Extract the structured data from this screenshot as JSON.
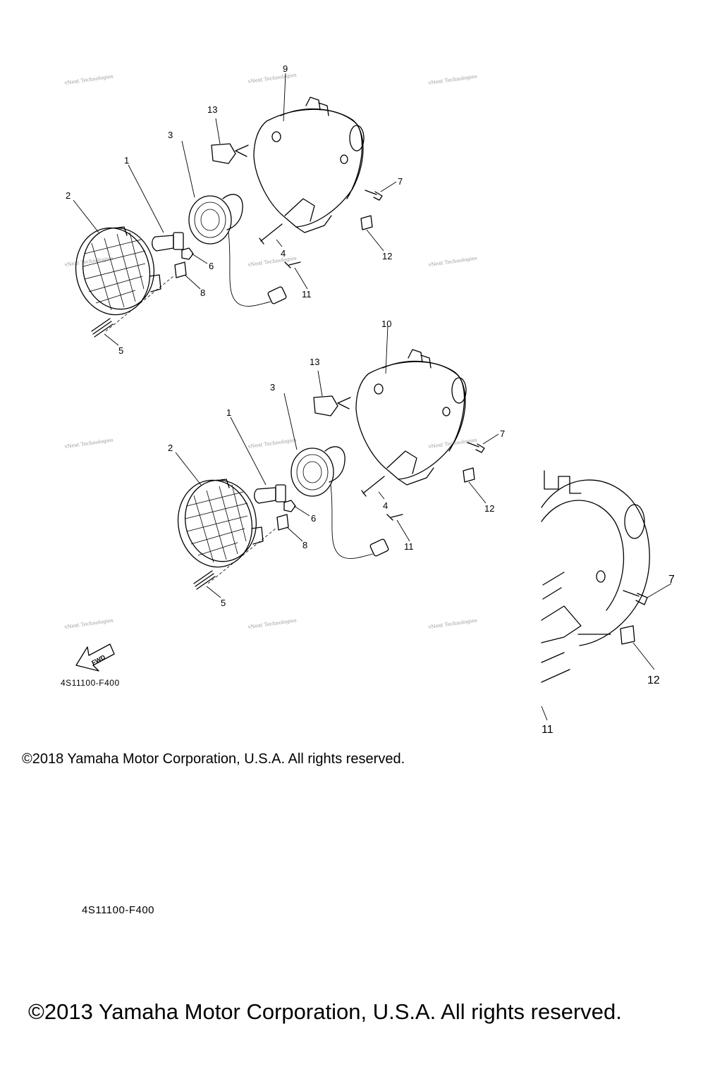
{
  "diagram": {
    "watermark": "vNext Technologies",
    "fwd_label": "FWD",
    "drawing_code": "4S11100-F400",
    "copyright_2018": "©2018 Yamaha Motor Corporation, U.S.A. All rights reserved.",
    "drawing_code_large": "4S11100-F400",
    "copyright_2013": "©2013 Yamaha Motor Corporation, U.S.A. All rights reserved.",
    "callouts": {
      "upper": [
        "9",
        "13",
        "3",
        "1",
        "2",
        "7",
        "12",
        "4",
        "6",
        "8",
        "11",
        "5"
      ],
      "lower": [
        "10",
        "13",
        "3",
        "1",
        "2",
        "7",
        "12",
        "4",
        "6",
        "8",
        "11",
        "5"
      ],
      "inset": [
        "7",
        "12",
        "11"
      ]
    }
  }
}
